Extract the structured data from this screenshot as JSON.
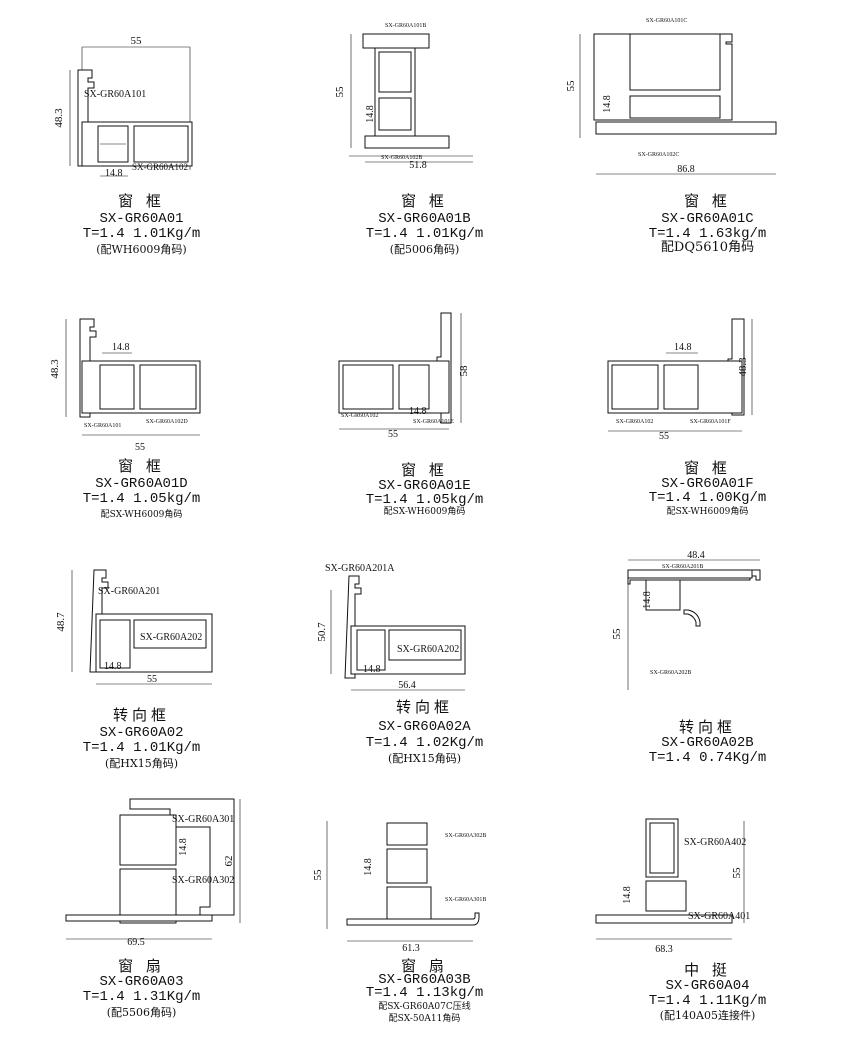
{
  "profiles": [
    {
      "type": "窗 框",
      "code": "SX-GR60A01",
      "weight": "T=1.4 1.01Kg/m",
      "note": "(配WH6009角码)",
      "dims": {
        "width": "55",
        "height": "48.3",
        "small": "14.8"
      },
      "labels": [
        "SX-GR60A101",
        "SX-GR60A102"
      ]
    },
    {
      "type": "窗 框",
      "code": "SX-GR60A01B",
      "weight": "T=1.4 1.01Kg/m",
      "note": "(配5006角码)",
      "dims": {
        "width": "51.8",
        "height": "55",
        "small": "14.8"
      },
      "labels": [
        "SX-GR60A101B",
        "SX-GR60A102B"
      ]
    },
    {
      "type": "窗 框",
      "code": "SX-GR60A01C",
      "weight": "T=1.4 1.63kg/m",
      "note": "配DQ5610角码",
      "dims": {
        "width": "86.8",
        "height": "55",
        "small": "14.8"
      },
      "labels": [
        "SX-GR60A101C",
        "SX-GR60A102C"
      ]
    },
    {
      "type": "窗 框",
      "code": "SX-GR60A01D",
      "weight": "T=1.4 1.05kg/m",
      "note": "配SX-WH6009角码",
      "dims": {
        "width": "55",
        "height": "48.3",
        "small": "14.8"
      },
      "labels": [
        "SX-GR60A101",
        "SX-GR60A102D"
      ]
    },
    {
      "type": "窗 框",
      "code": "SX-GR60A01E",
      "weight": "T=1.4 1.05kg/m",
      "note": "配SX-WH6009角码",
      "dims": {
        "width": "55",
        "height": "58",
        "small": "14.8"
      },
      "labels": [
        "SX-GR60A102",
        "SX-GR60A101E"
      ]
    },
    {
      "type": "窗 框",
      "code": "SX-GR60A01F",
      "weight": "T=1.4 1.00Kg/m",
      "note": "配SX-WH6009角码",
      "dims": {
        "width": "55",
        "height": "48.3",
        "small": "14.8"
      },
      "labels": [
        "SX-GR60A102",
        "SX-GR60A101F"
      ]
    },
    {
      "type": "转向框",
      "code": "SX-GR60A02",
      "weight": "T=1.4 1.01Kg/m",
      "note": "(配HX15角码)",
      "dims": {
        "width": "55",
        "height": "48.7",
        "small": "14.8"
      },
      "labels": [
        "SX-GR60A201",
        "SX-GR60A202"
      ]
    },
    {
      "type": "转向框",
      "code": "SX-GR60A02A",
      "weight": "T=1.4 1.02Kg/m",
      "note": "(配HX15角码)",
      "dims": {
        "width": "56.4",
        "height": "50.7",
        "small": "14.8"
      },
      "labels": [
        "SX-GR60A201A",
        "SX-GR60A202"
      ]
    },
    {
      "type": "转向框",
      "code": "SX-GR60A02B",
      "weight": "T=1.4 0.74Kg/m",
      "note": "",
      "dims": {
        "width": "48.4",
        "height": "55",
        "small": "14.8"
      },
      "labels": [
        "SX-GR60A201B",
        "SX-GR60A202B"
      ]
    },
    {
      "type": "窗 扇",
      "code": "SX-GR60A03",
      "weight": "T=1.4 1.31Kg/m",
      "note": "(配5506角码)",
      "dims": {
        "width": "69.5",
        "height": "62",
        "small": "14.8"
      },
      "labels": [
        "SX-GR60A301",
        "SX-GR60A302"
      ]
    },
    {
      "type": "窗 扇",
      "code": "SX-GR60A03B",
      "weight": "T=1.4 1.13kg/m",
      "note": "配SX-GR60A07C压线",
      "note2": "配SX-50A11角码",
      "dims": {
        "width": "61.3",
        "height": "55",
        "small": "14.8"
      },
      "labels": [
        "SX-GR60A302B",
        "SX-GR60A301B"
      ]
    },
    {
      "type": "中 挺",
      "code": "SX-GR60A04",
      "weight": "T=1.4 1.11Kg/m",
      "note": "(配140A05连接件)",
      "dims": {
        "width": "68.3",
        "height": "55",
        "small": "14.8"
      },
      "labels": [
        "SX-GR60A402",
        "SX-GR60A401"
      ]
    }
  ]
}
